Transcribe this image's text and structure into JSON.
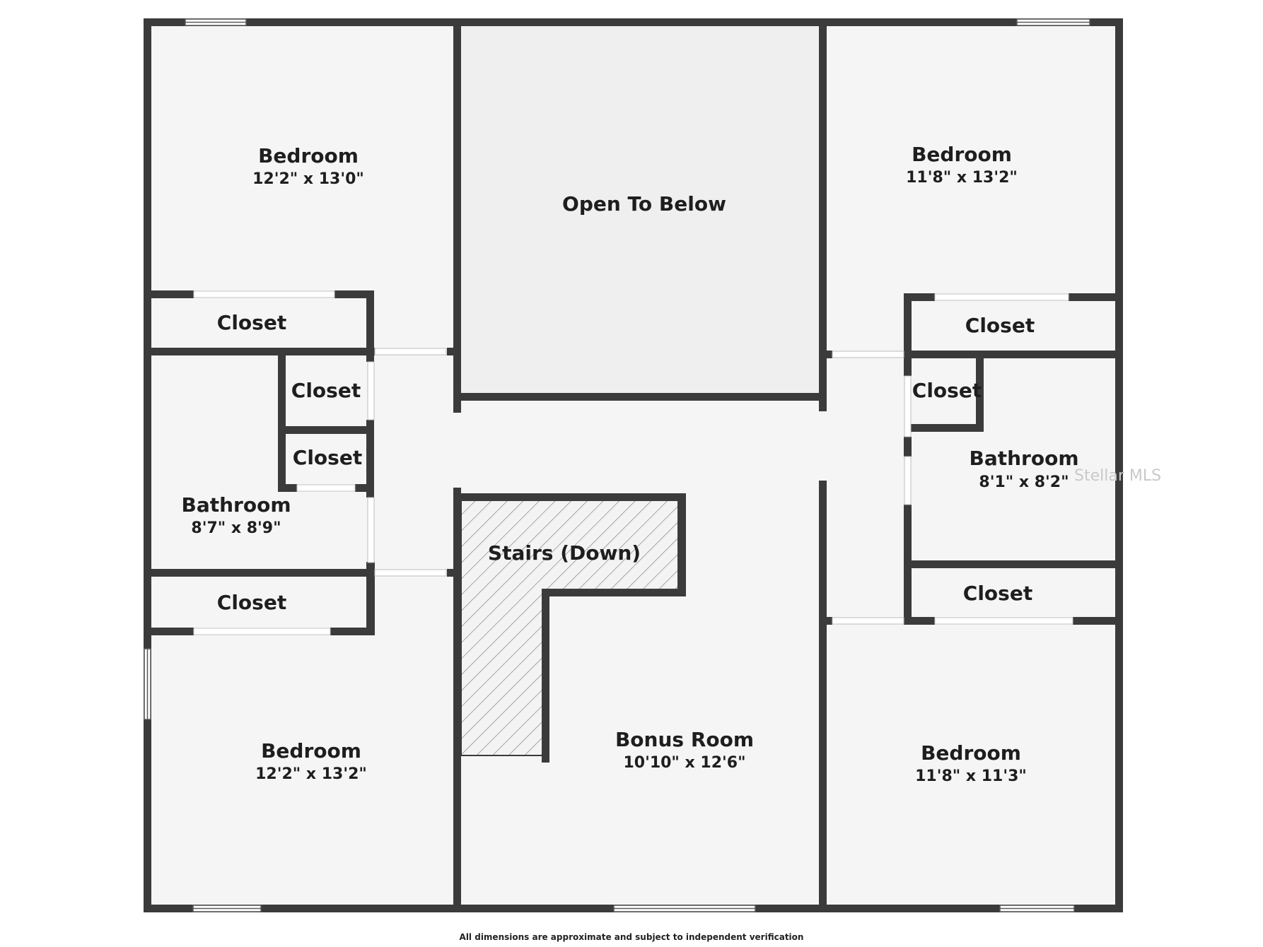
{
  "rooms": {
    "bedroom_top_left": {
      "name": "Bedroom",
      "dims": "12'2\" x 13'0\""
    },
    "open_to_below": {
      "name": "Open To Below"
    },
    "bedroom_top_right": {
      "name": "Bedroom",
      "dims": "11'8\" x 13'2\""
    },
    "closet_left_1": {
      "name": "Closet"
    },
    "closet_left_2": {
      "name": "Closet"
    },
    "closet_left_3": {
      "name": "Closet"
    },
    "bathroom_left": {
      "name": "Bathroom",
      "dims": "8'7\" x 8'9\""
    },
    "closet_left_4": {
      "name": "Closet"
    },
    "closet_right_1": {
      "name": "Closet"
    },
    "closet_right_2": {
      "name": "Closet"
    },
    "bathroom_right": {
      "name": "Bathroom",
      "dims": "8'1\" x 8'2\""
    },
    "closet_right_3": {
      "name": "Closet"
    },
    "stairs": {
      "name": "Stairs (Down)"
    },
    "bonus_room": {
      "name": "Bonus Room",
      "dims": "10'10\" x 12'6\""
    },
    "bedroom_bottom_left": {
      "name": "Bedroom",
      "dims": "12'2\" x 13'2\""
    },
    "bedroom_bottom_right": {
      "name": "Bedroom",
      "dims": "11'8\" x 11'3\""
    }
  },
  "watermark": "Stellar MLS",
  "disclaimer": "All dimensions are approximate and subject to independent verification",
  "colors": {
    "wall": "#3b3b3b",
    "floor": "#f5f5f5",
    "open_to_below": "#efefef",
    "window": "#ffffff"
  }
}
